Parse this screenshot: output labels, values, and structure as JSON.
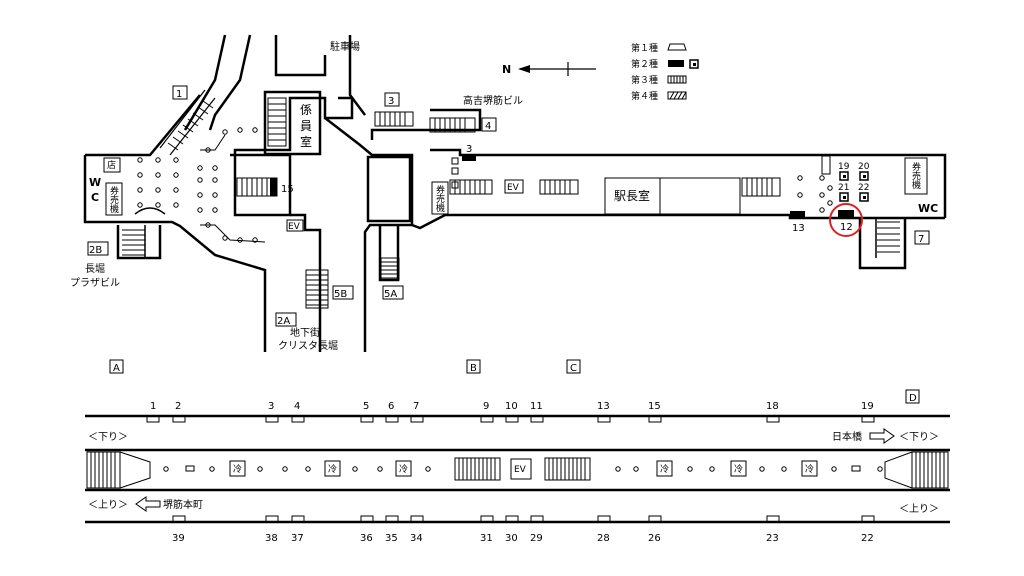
{
  "legend": {
    "type1": "第１種",
    "type2": "第２種",
    "type3": "第３種",
    "type4": "第４種"
  },
  "north_label": "N",
  "upper_map": {
    "parking": "駐車場",
    "building_takayoshi": "高吉堺筋ビル",
    "staff_room": [
      "係",
      "員",
      "室"
    ],
    "station_master": "駅長室",
    "ticket_machine": [
      "券",
      "売",
      "機"
    ],
    "shop": "店",
    "wc_left": [
      "W",
      "C"
    ],
    "wc_right": "WC",
    "ev": "EV",
    "exits": {
      "e1": "1",
      "e2A": "2A",
      "e2B": "2B",
      "e3": "3",
      "e4": "4",
      "e5A": "5A",
      "e5B": "5B",
      "e7": "7"
    },
    "nagahori_plaza": [
      "長堀",
      "プラザビル"
    ],
    "crysta": [
      "地下街",
      "クリスタ長堀"
    ],
    "numbers": {
      "n3": "3",
      "n15": "15",
      "n13": "13",
      "n12": "12",
      "n19": "19",
      "n20": "20",
      "n21": "21",
      "n22": "22"
    }
  },
  "platform": {
    "sections": {
      "A": "A",
      "B": "B",
      "C": "C",
      "D": "D"
    },
    "top_numbers": [
      "1",
      "2",
      "3",
      "4",
      "5",
      "6",
      "7",
      "9",
      "10",
      "11",
      "13",
      "15",
      "18",
      "19"
    ],
    "bottom_numbers": [
      "39",
      "38",
      "37",
      "36",
      "35",
      "34",
      "31",
      "30",
      "29",
      "28",
      "26",
      "23",
      "22"
    ],
    "down_left": "＜下り＞",
    "down_right": "＜下り＞",
    "up_left": "＜上り＞",
    "up_right": "＜上り＞",
    "nihonbashi": "日本橋",
    "sakaisuji_honmachi": "堺筋本町",
    "cold_label": "冷",
    "ev": "EV"
  }
}
